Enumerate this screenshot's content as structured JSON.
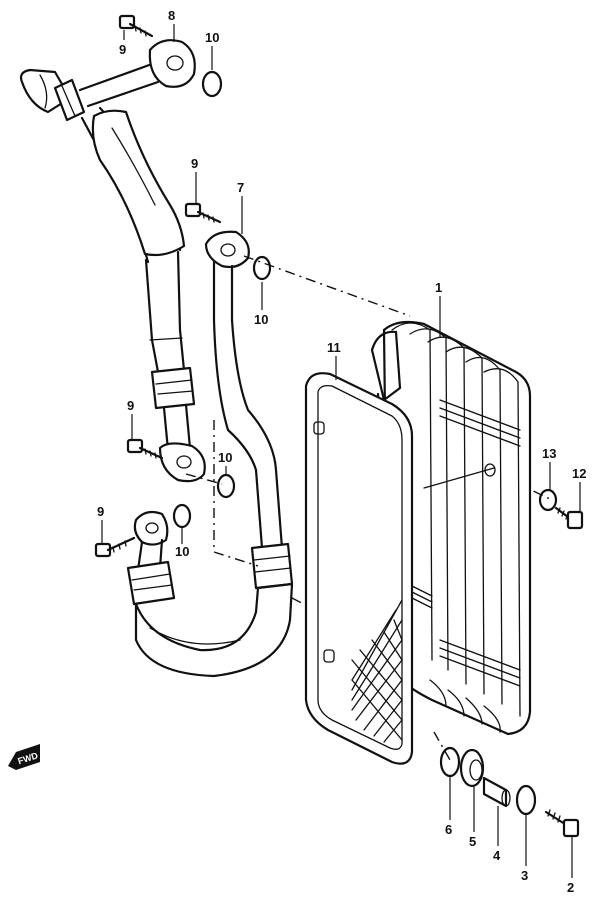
{
  "callouts": {
    "c1": "1",
    "c2": "2",
    "c3": "3",
    "c4": "4",
    "c5": "5",
    "c6": "6",
    "c7": "7",
    "c8": "8",
    "c9a": "9",
    "c9b": "9",
    "c9c": "9",
    "c9d": "9",
    "c10a": "10",
    "c10b": "10",
    "c10c": "10",
    "c10d": "10",
    "c11": "11",
    "c12": "12",
    "c13": "13"
  },
  "fwd_label": "FWD"
}
